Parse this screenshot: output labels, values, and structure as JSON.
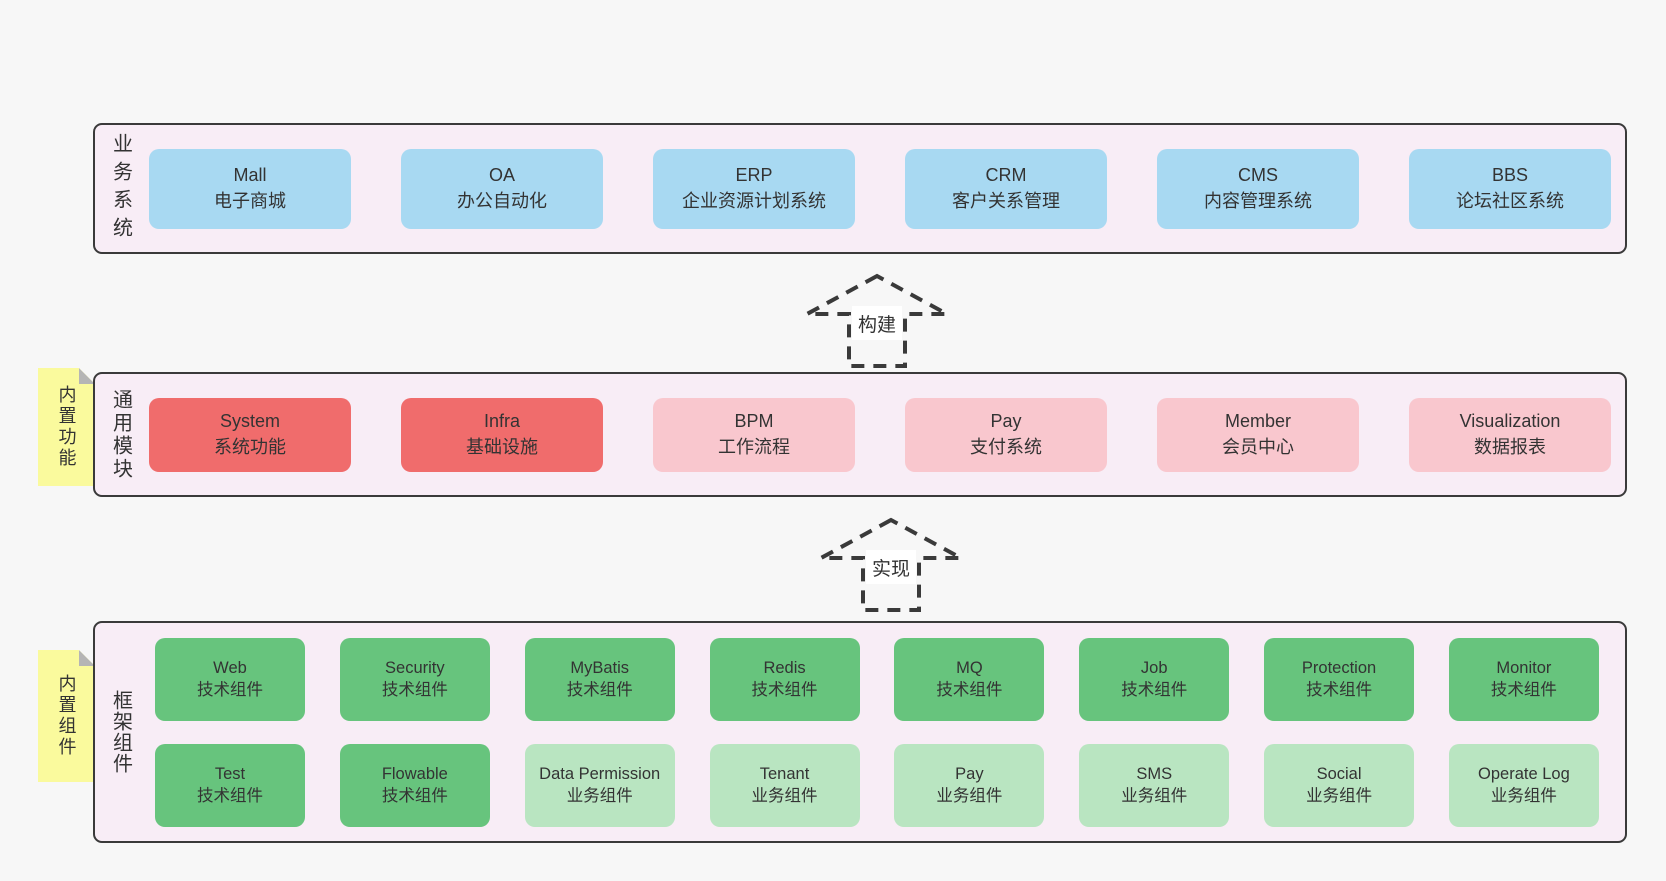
{
  "sections": {
    "business": {
      "label": "业务系统",
      "items": [
        {
          "name": "Mall",
          "desc": "电子商城"
        },
        {
          "name": "OA",
          "desc": "办公自动化"
        },
        {
          "name": "ERP",
          "desc": "企业资源计划系统"
        },
        {
          "name": "CRM",
          "desc": "客户关系管理"
        },
        {
          "name": "CMS",
          "desc": "内容管理系统"
        },
        {
          "name": "BBS",
          "desc": "论坛社区系统"
        }
      ]
    },
    "modules": {
      "label": "通用模块",
      "sticky": "内置功能",
      "items": [
        {
          "name": "System",
          "desc": "系统功能"
        },
        {
          "name": "Infra",
          "desc": "基础设施"
        },
        {
          "name": "BPM",
          "desc": "工作流程"
        },
        {
          "name": "Pay",
          "desc": "支付系统"
        },
        {
          "name": "Member",
          "desc": "会员中心"
        },
        {
          "name": "Visualization",
          "desc": "数据报表"
        }
      ]
    },
    "framework": {
      "label": "框架组件",
      "sticky": "内置组件",
      "row1": [
        {
          "name": "Web",
          "desc": "技术组件"
        },
        {
          "name": "Security",
          "desc": "技术组件"
        },
        {
          "name": "MyBatis",
          "desc": "技术组件"
        },
        {
          "name": "Redis",
          "desc": "技术组件"
        },
        {
          "name": "MQ",
          "desc": "技术组件"
        },
        {
          "name": "Job",
          "desc": "技术组件"
        },
        {
          "name": "Protection",
          "desc": "技术组件"
        },
        {
          "name": "Monitor",
          "desc": "技术组件"
        }
      ],
      "row2": [
        {
          "name": "Test",
          "desc": "技术组件"
        },
        {
          "name": "Flowable",
          "desc": "技术组件"
        },
        {
          "name": "Data Permission",
          "desc": "业务组件"
        },
        {
          "name": "Tenant",
          "desc": "业务组件"
        },
        {
          "name": "Pay",
          "desc": "业务组件"
        },
        {
          "name": "SMS",
          "desc": "业务组件"
        },
        {
          "name": "Social",
          "desc": "业务组件"
        },
        {
          "name": "Operate Log",
          "desc": "业务组件"
        }
      ]
    }
  },
  "arrows": [
    {
      "label": "构建"
    },
    {
      "label": "实现"
    }
  ],
  "colors": {
    "page_bg": "#f7f7f7",
    "section_bg": "#f8edf6",
    "section_border": "#3a3a3a",
    "box_blue": "#a8d9f2",
    "box_red": "#f06c6c",
    "box_pink": "#f9c7ce",
    "box_green": "#67c47d",
    "box_light_green": "#b9e5c1",
    "sticky_yellow": "#fafa9d",
    "sticky_fold_gray": "#b5b5b5",
    "text": "#333333"
  }
}
